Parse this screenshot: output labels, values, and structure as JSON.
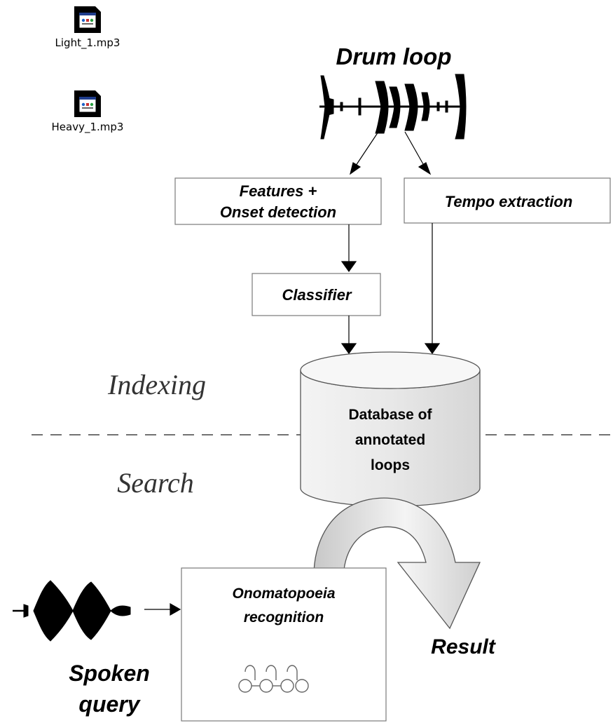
{
  "files": [
    {
      "name": "Light_1.mp3",
      "icon": "audio-file-icon"
    },
    {
      "name": "Heavy_1.mp3",
      "icon": "audio-file-icon"
    }
  ],
  "diagram": {
    "drum_loop_title": "Drum loop",
    "features_line1": "Features +",
    "features_line2": "Onset detection",
    "tempo_extraction": "Tempo extraction",
    "classifier": "Classifier",
    "indexing": "Indexing",
    "search": "Search",
    "database_line1": "Database of",
    "database_line2": "annotated",
    "database_line3": "loops",
    "onomatopoeia_line1": "Onomatopoeia",
    "onomatopoeia_line2": "recognition",
    "result": "Result",
    "spoken_line1": "Spoken",
    "spoken_line2": "query"
  }
}
